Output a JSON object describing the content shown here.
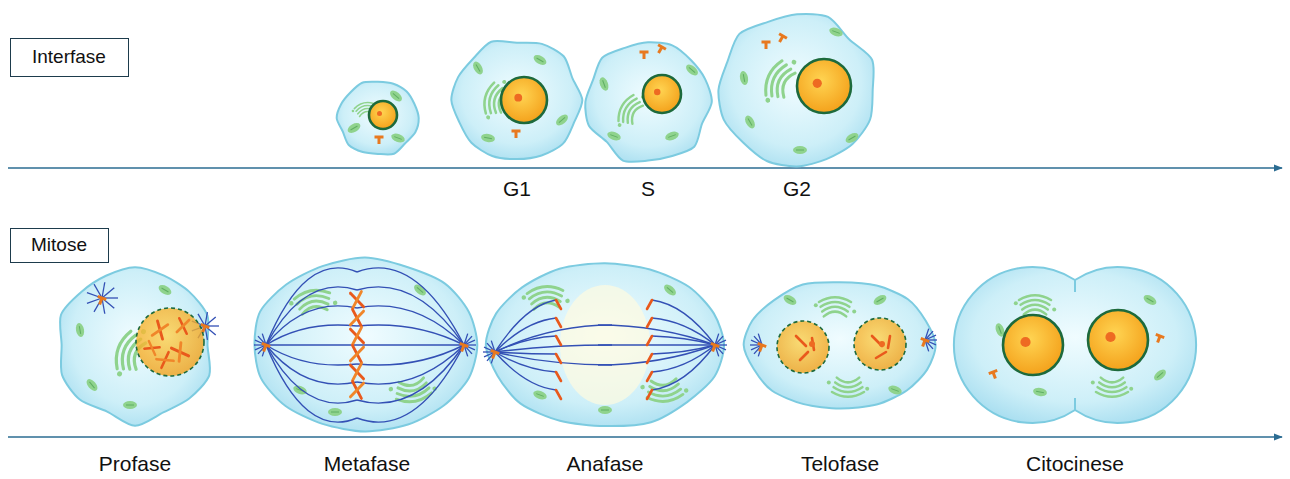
{
  "diagram": {
    "nodes": [
      {
        "text": [
          "Interfase"
        ]
      },
      {
        "text": [
          "Mitose"
        ]
      }
    ],
    "labels": [
      "G1",
      "S",
      "G2",
      "Profase",
      "Metafase",
      "Anafase",
      "Telofase",
      "Citocinese"
    ]
  }
}
